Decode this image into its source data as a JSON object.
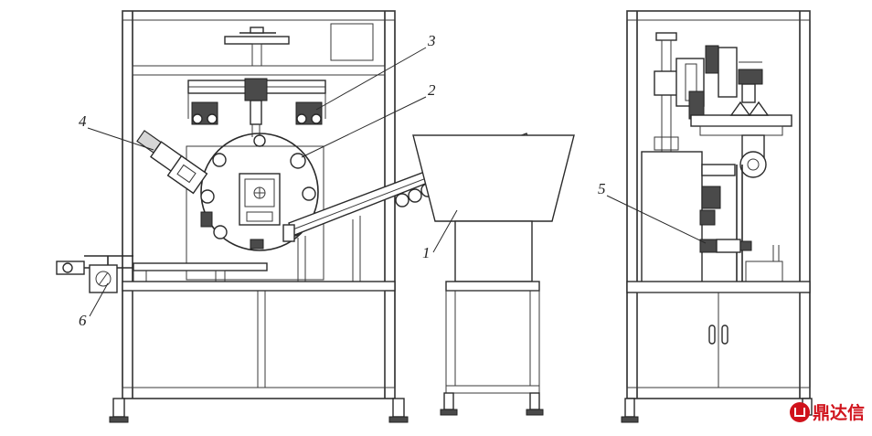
{
  "callouts": [
    {
      "label": "1"
    },
    {
      "label": "2"
    },
    {
      "label": "3"
    },
    {
      "label": "4"
    },
    {
      "label": "5"
    },
    {
      "label": "6"
    }
  ],
  "logo": {
    "text": "鼎达信",
    "icon": "ding-logo-icon",
    "color": "#d0121b"
  },
  "colors": {
    "line": "#2a2a2a",
    "background": "#ffffff"
  }
}
